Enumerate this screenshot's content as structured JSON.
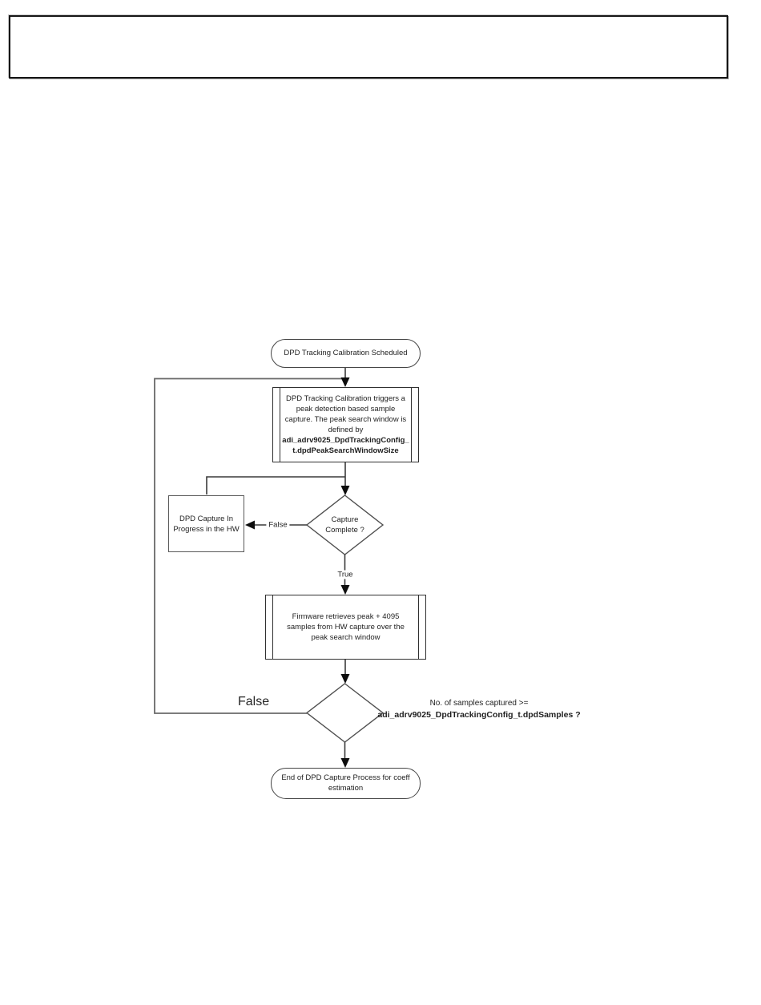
{
  "flowchart": {
    "start": {
      "label": "DPD Tracking Calibration Scheduled"
    },
    "process_trigger": {
      "lines": [
        "DPD Tracking Calibration triggers a",
        "peak detection based sample",
        "capture. The peak search window is",
        "defined by",
        "adi_adrv9025_DpdTrackingConfig_",
        "t.dpdPeakSearchWindowSize"
      ]
    },
    "decision_capture": {
      "lines": [
        "Capture",
        "Complete ?"
      ]
    },
    "dpd_in_progress": {
      "lines": [
        "DPD Capture In",
        "Progress in the HW"
      ]
    },
    "process_firmware": {
      "lines": [
        "Firmware retrieves peak + 4095",
        "samples from HW capture over the",
        "peak search window"
      ]
    },
    "decision_samples": {
      "line1": "No. of samples captured >=",
      "line2": "adi_adrv9025_DpdTrackingConfig_t.dpdSamples ?"
    },
    "end": {
      "lines": [
        "End of DPD Capture Process for coeff",
        "estimation"
      ]
    },
    "labels": {
      "false_small": "False",
      "true": "True",
      "false_large": "False"
    }
  },
  "colors": {
    "connector": "#5a5a5a",
    "arrowhead": "#0d0d0d",
    "diamond_stroke": "#4f4f4f"
  }
}
